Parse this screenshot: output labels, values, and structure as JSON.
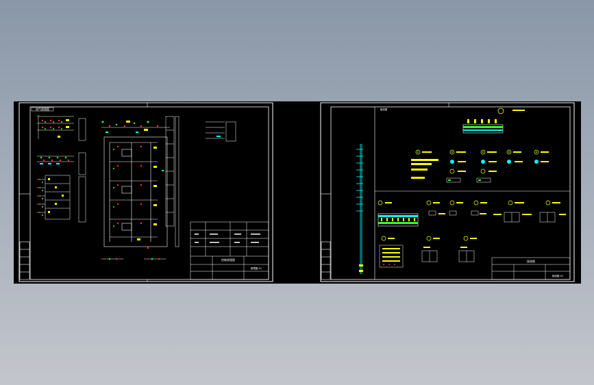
{
  "viewport": {
    "background": "#000000",
    "page_background": "#9aa4b2"
  },
  "sheets": [
    {
      "id": "sheet-left",
      "header_tag": "电气原理图",
      "title_block_title": "控制原理图",
      "title_block_drawing_no": "原理图-01"
    },
    {
      "id": "sheet-right",
      "header_tag": "接线图",
      "title_block_title": "接线图",
      "title_block_drawing_no": "接线图-02"
    }
  ],
  "colors": {
    "frame": "#ffffff",
    "wire": "#ffffff",
    "red": "#ff3030",
    "green": "#30ff30",
    "yellow": "#ffff00",
    "cyan": "#00ffff",
    "magenta": "#ff40ff"
  }
}
